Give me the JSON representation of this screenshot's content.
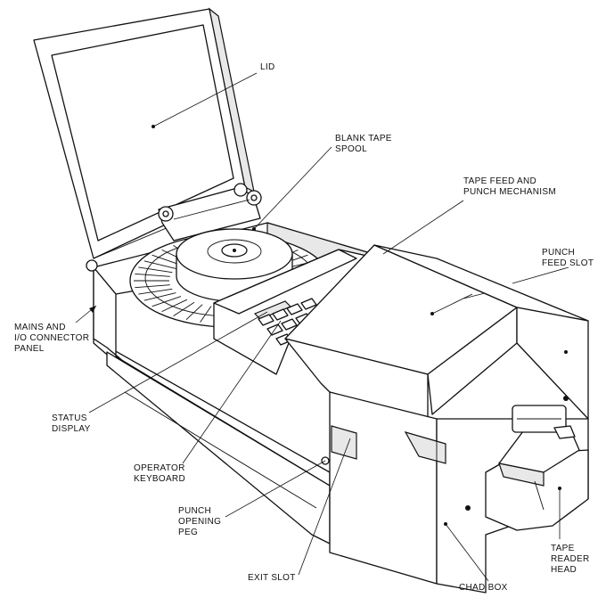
{
  "labels": {
    "lid": "LID",
    "blank_tape_spool": [
      "BLANK TAPE",
      "SPOOL"
    ],
    "tape_feed_punch": [
      "TAPE FEED AND",
      "PUNCH MECHANISM"
    ],
    "punch_feed_slot": [
      "PUNCH",
      "FEED SLOT"
    ],
    "mains_connector": [
      "MAINS AND",
      "I/O CONNECTOR",
      "PANEL"
    ],
    "status_display": [
      "STATUS",
      "DISPLAY"
    ],
    "operator_keyboard": [
      "OPERATOR",
      "KEYBOARD"
    ],
    "punch_opening_peg": [
      "PUNCH",
      "OPENING",
      "PEG"
    ],
    "exit_slot": "EXIT SLOT",
    "chad_box": "CHAD BOX",
    "tape_reader_head": [
      "TAPE",
      "READER",
      "HEAD"
    ]
  },
  "colors": {
    "line": "#111111",
    "background": "#ffffff",
    "shade": "#e8e8e8"
  }
}
